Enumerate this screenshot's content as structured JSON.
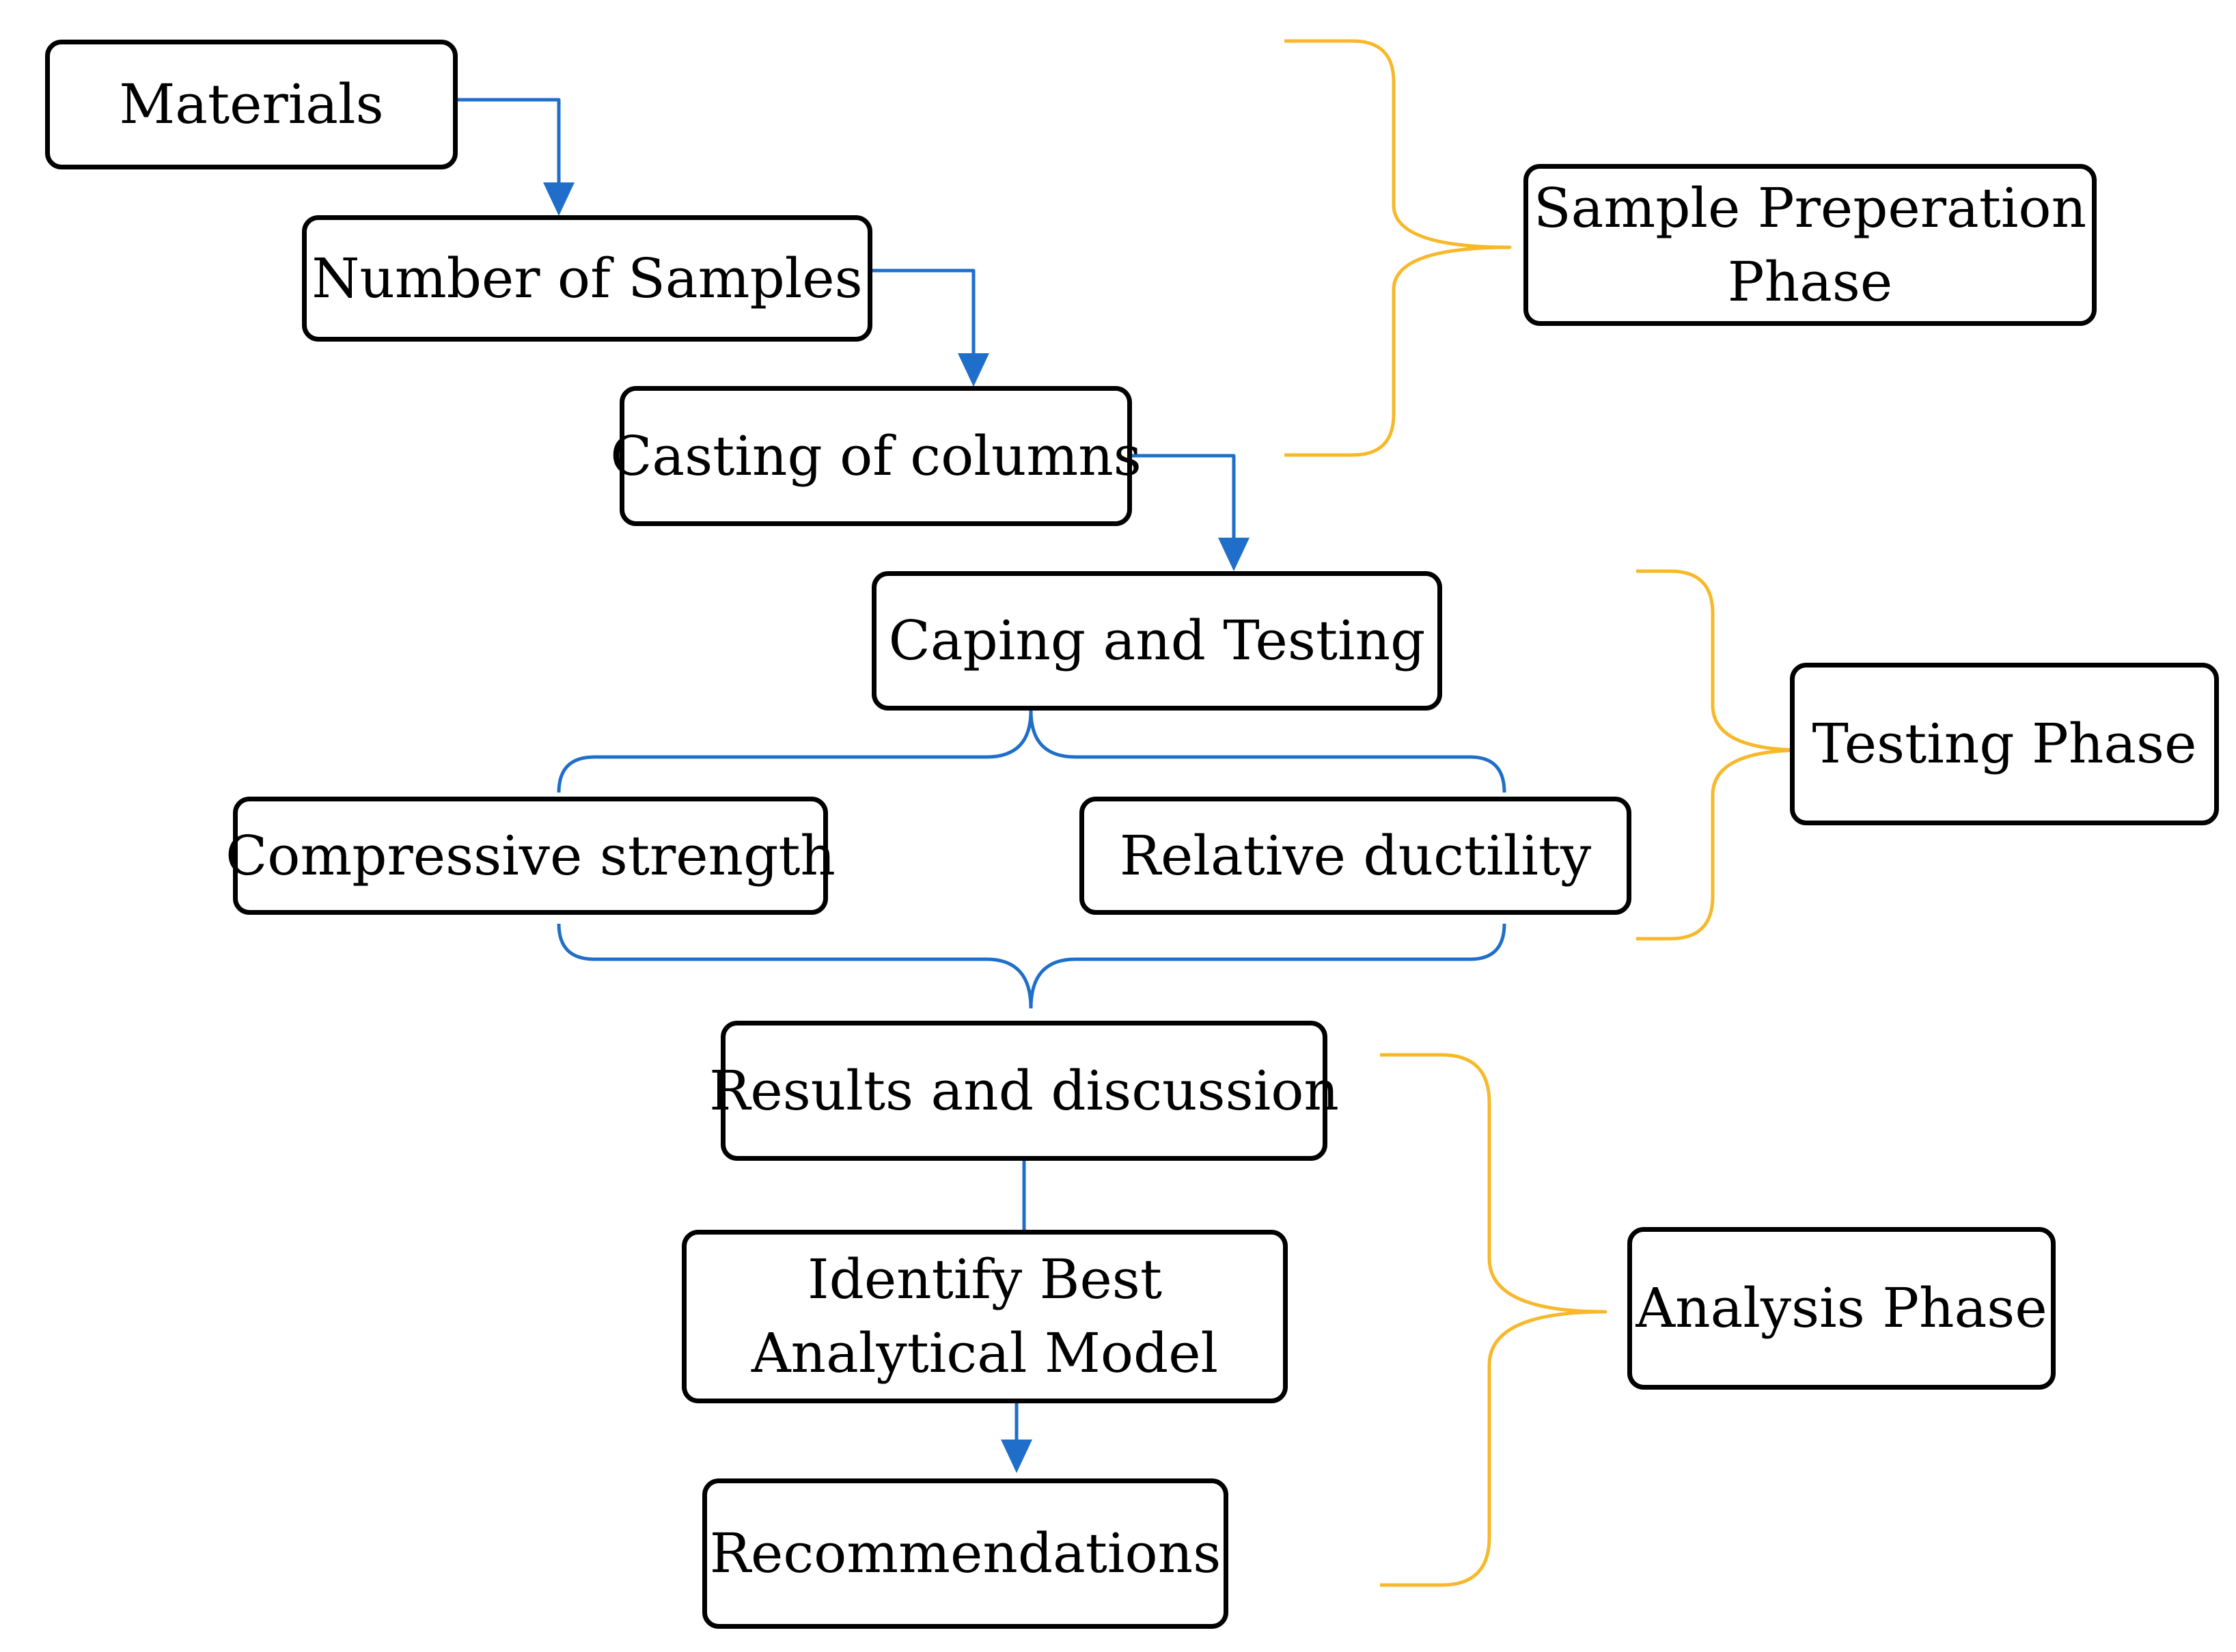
{
  "colors": {
    "box_border": "#000000",
    "flow_arrow": "#1f6fca",
    "phase_brace": "#f7b82a"
  },
  "nodes": {
    "materials": "Materials",
    "number_of_samples": "Number of Samples",
    "casting_of_columns": "Casting of columns",
    "caping_and_testing": "Caping and Testing",
    "compressive_strength": "Compressive strength",
    "relative_ductility": "Relative ductility",
    "results_and_discussion": "Results and discussion",
    "identify_best_line1": "Identify Best",
    "identify_best_line2": "Analytical Model",
    "recommendations": "Recommendations"
  },
  "phases": {
    "sample_preparation_line1": "Sample Preperation",
    "sample_preparation_line2": "Phase",
    "testing": "Testing Phase",
    "analysis": "Analysis Phase"
  }
}
